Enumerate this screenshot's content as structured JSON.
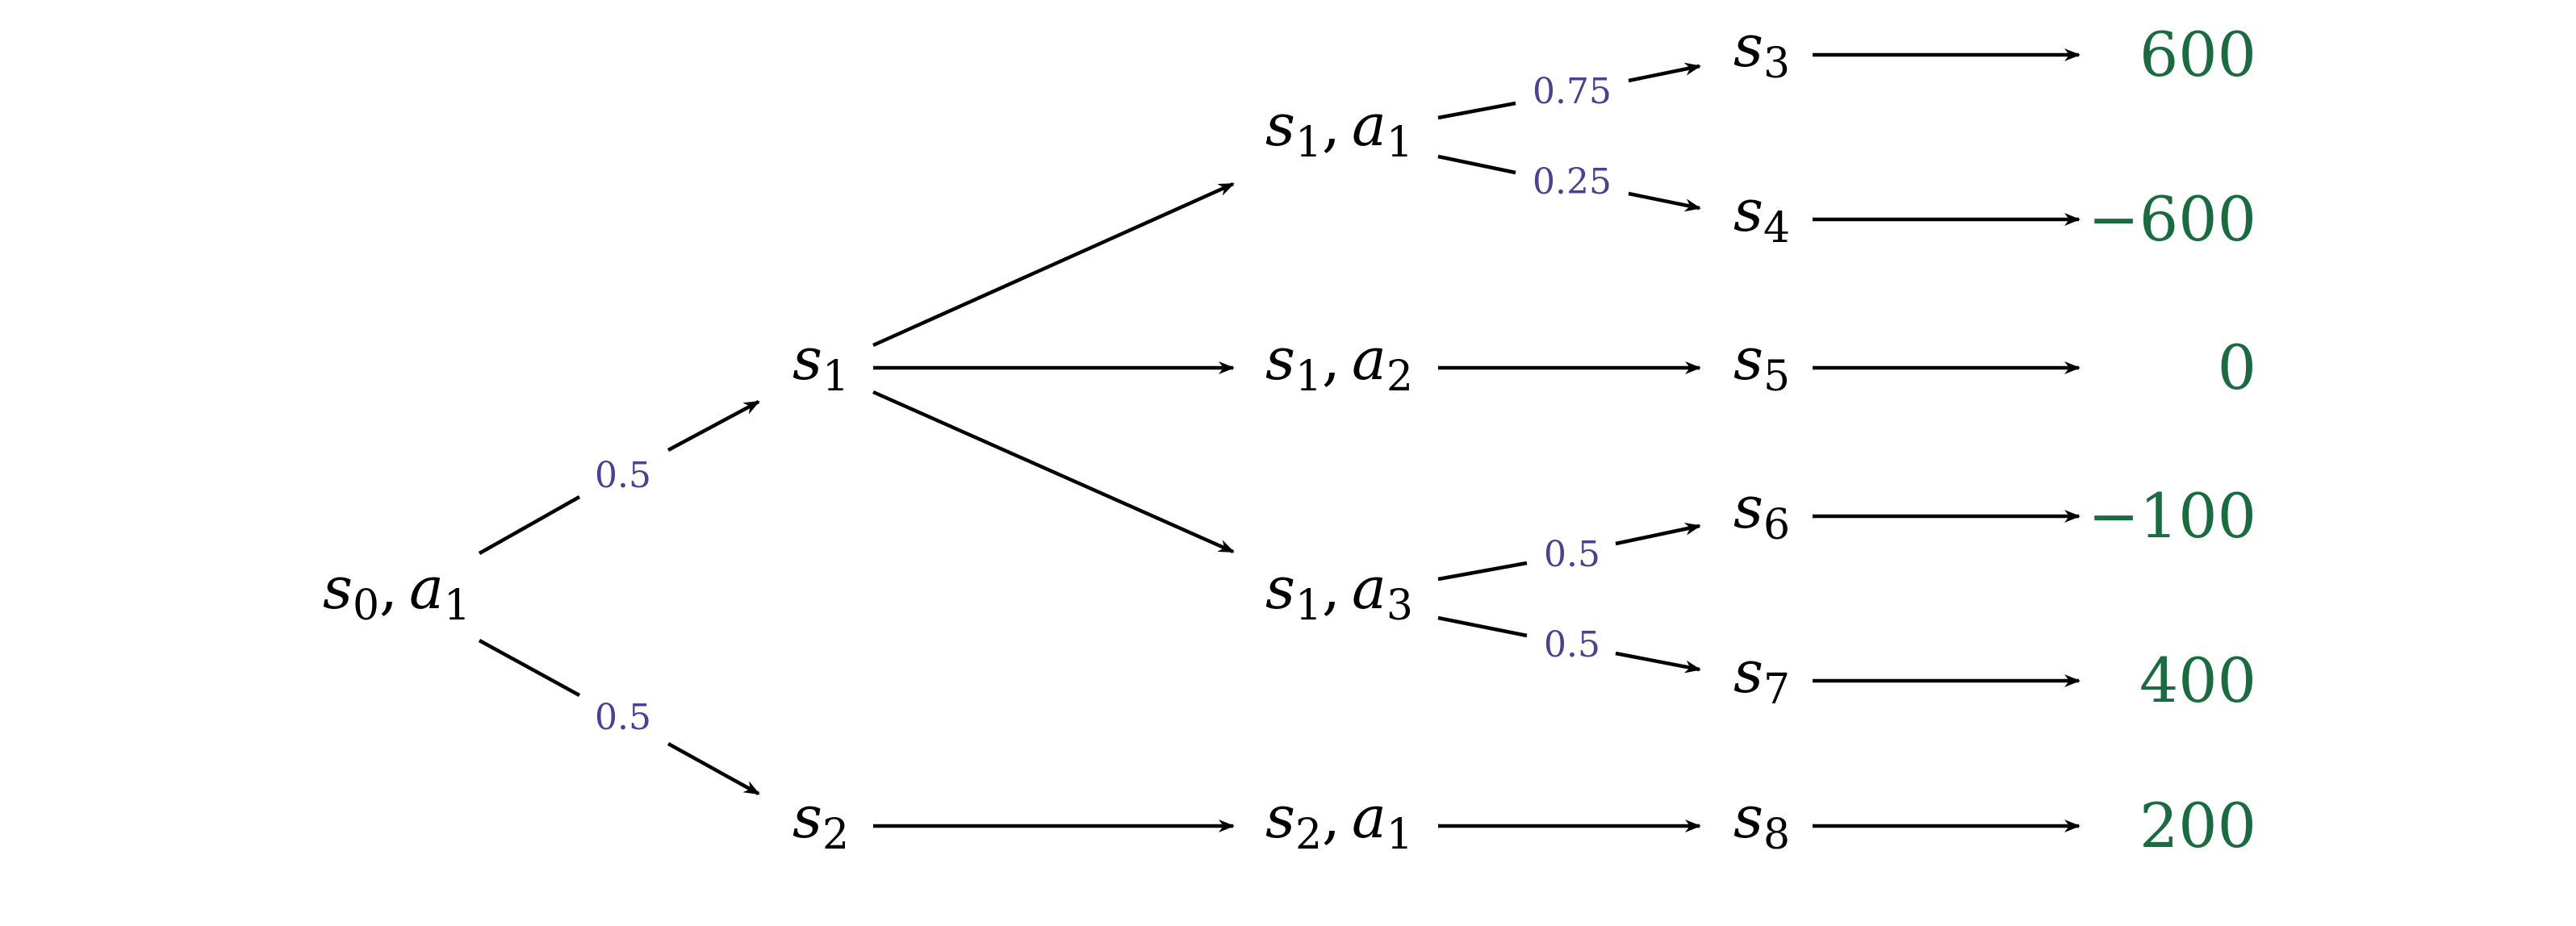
{
  "nodes": {
    "s0a1": {
      "sym": "s",
      "sub": "0",
      "sym2": "a",
      "sub2": "1"
    },
    "s1": {
      "sym": "s",
      "sub": "1"
    },
    "s2": {
      "sym": "s",
      "sub": "2"
    },
    "s1a1": {
      "sym": "s",
      "sub": "1",
      "sym2": "a",
      "sub2": "1"
    },
    "s1a2": {
      "sym": "s",
      "sub": "1",
      "sym2": "a",
      "sub2": "2"
    },
    "s1a3": {
      "sym": "s",
      "sub": "1",
      "sym2": "a",
      "sub2": "3"
    },
    "s2a1": {
      "sym": "s",
      "sub": "2",
      "sym2": "a",
      "sub2": "1"
    },
    "s3": {
      "sym": "s",
      "sub": "3"
    },
    "s4": {
      "sym": "s",
      "sub": "4"
    },
    "s5": {
      "sym": "s",
      "sub": "5"
    },
    "s6": {
      "sym": "s",
      "sub": "6"
    },
    "s7": {
      "sym": "s",
      "sub": "7"
    },
    "s8": {
      "sym": "s",
      "sub": "8"
    }
  },
  "separator": ",",
  "probabilities": {
    "s0a1_to_s1": "0.5",
    "s0a1_to_s2": "0.5",
    "s1a1_to_s3": "0.75",
    "s1a1_to_s4": "0.25",
    "s1a3_to_s6": "0.5",
    "s1a3_to_s7": "0.5"
  },
  "rewards": {
    "s3": "600",
    "s4": "−600",
    "s5": "0",
    "s6": "−100",
    "s7": "400",
    "s8": "200"
  },
  "colors": {
    "probability": "#4a4190",
    "reward": "#1a6b40",
    "edge": "#000000"
  }
}
